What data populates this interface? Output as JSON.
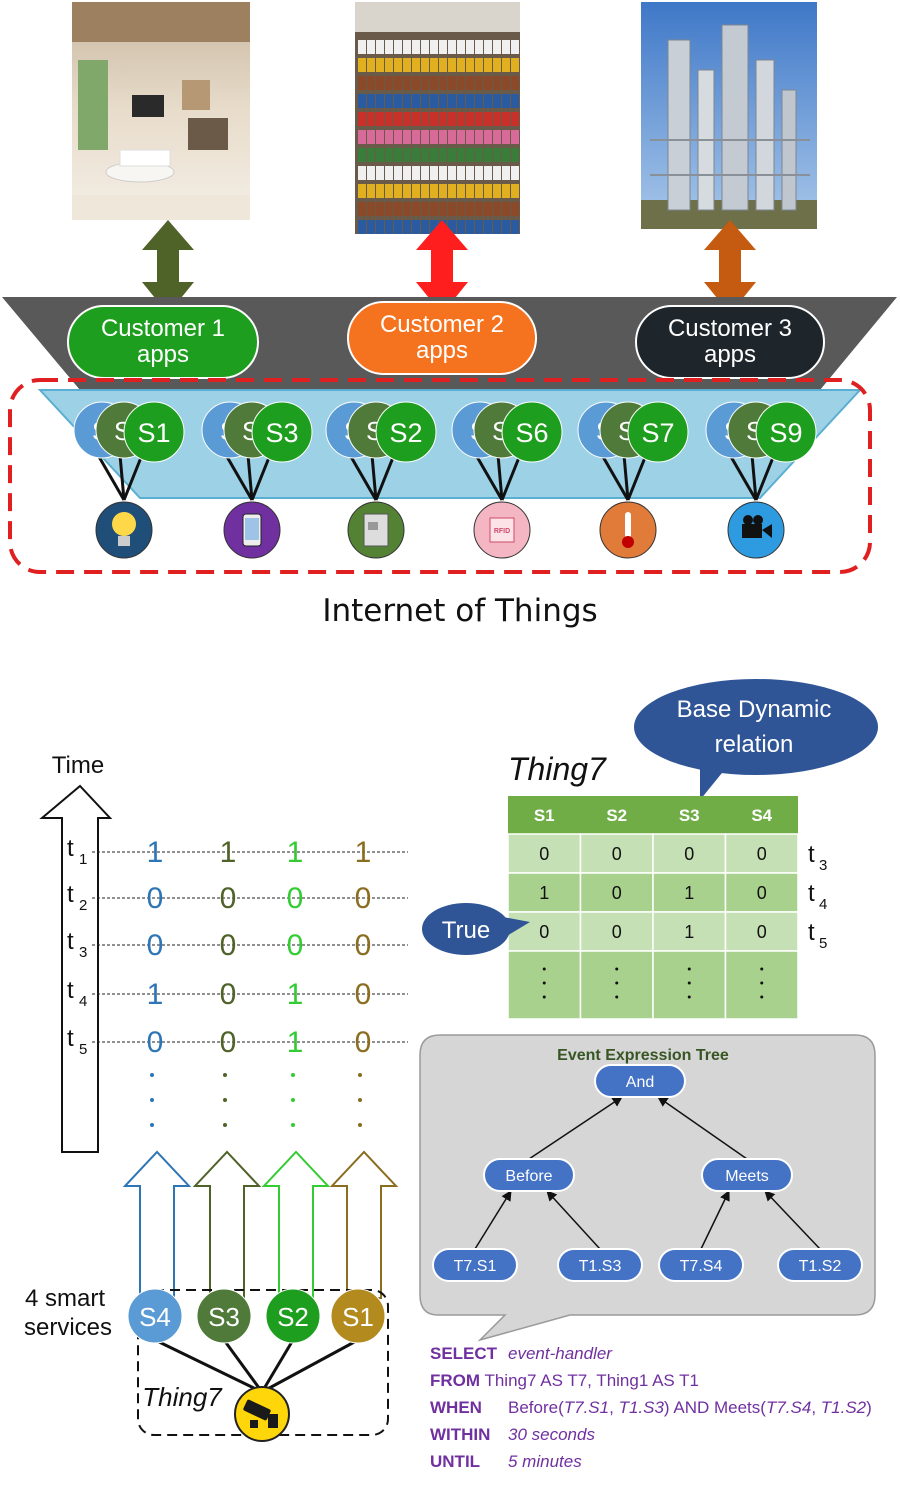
{
  "customers": [
    {
      "label_line1": "Customer 1",
      "label_line2": "apps",
      "color": "#1e9e1e",
      "arrow_color": "#4f6228"
    },
    {
      "label_line1": "Customer 2",
      "label_line2": "apps",
      "color": "#f5721e",
      "arrow_color": "#ff1e1e"
    },
    {
      "label_line1": "Customer 3",
      "label_line2": "apps",
      "color": "#1e262c",
      "arrow_color": "#c55a11"
    }
  ],
  "service_groups": [
    {
      "back1": "S",
      "back2": "S",
      "front": "S1",
      "device_icon": "lightbulb-icon"
    },
    {
      "back1": "S",
      "back2": "S",
      "front": "S3",
      "device_icon": "smartphone-icon"
    },
    {
      "back1": "S",
      "back2": "S",
      "front": "S2",
      "device_icon": "appliance-icon"
    },
    {
      "back1": "S",
      "back2": "S",
      "front": "S6",
      "device_icon": "rfid-icon"
    },
    {
      "back1": "S",
      "back2": "S",
      "front": "S7",
      "device_icon": "thermometer-icon"
    },
    {
      "back1": "S",
      "back2": "S",
      "front": "S9",
      "device_icon": "video-camera-icon"
    }
  ],
  "iot_caption": "Internet of Things",
  "timeline": {
    "axis_label": "Time",
    "ticks": [
      {
        "t": "t",
        "sub": "1",
        "values": [
          "1",
          "1",
          "1",
          "1"
        ]
      },
      {
        "t": "t",
        "sub": "2",
        "values": [
          "0",
          "0",
          "0",
          "0"
        ]
      },
      {
        "t": "t",
        "sub": "3",
        "values": [
          "0",
          "0",
          "0",
          "0"
        ]
      },
      {
        "t": "t",
        "sub": "4",
        "values": [
          "1",
          "0",
          "1",
          "0"
        ]
      },
      {
        "t": "t",
        "sub": "5",
        "values": [
          "0",
          "0",
          "1",
          "0"
        ]
      }
    ],
    "column_colors": [
      "#2e75b6",
      "#4f6228",
      "#33cc33",
      "#8a6d1e"
    ],
    "smart_services_label_1": "4 smart",
    "smart_services_label_2": "services",
    "services": [
      {
        "label": "S4",
        "color": "#5b9bd5"
      },
      {
        "label": "S3",
        "color": "#4f7a3a"
      },
      {
        "label": "S2",
        "color": "#1e9e1e"
      },
      {
        "label": "S1",
        "color": "#b38a1e"
      }
    ],
    "thing_label": "Thing7"
  },
  "relation_table": {
    "title": "Thing7",
    "callout": "Base Dynamic relation",
    "callout_line1": "Base Dynamic",
    "callout_line2": "relation",
    "true_callout": "True",
    "headers": [
      "S1",
      "S2",
      "S3",
      "S4"
    ],
    "rows": [
      {
        "cells": [
          "0",
          "0",
          "0",
          "0"
        ],
        "t": "t",
        "sub": "3"
      },
      {
        "cells": [
          "1",
          "0",
          "1",
          "0"
        ],
        "t": "t",
        "sub": "4"
      },
      {
        "cells": [
          "0",
          "0",
          "1",
          "0"
        ],
        "t": "t",
        "sub": "5"
      },
      {
        "cells": [
          ":",
          ":",
          ":",
          ":"
        ],
        "t": "",
        "sub": ""
      }
    ]
  },
  "event_tree": {
    "title": "Event Expression Tree",
    "root": "And",
    "left": "Before",
    "right": "Meets",
    "leaves": [
      "T7.S1",
      "T1.S3",
      "T7.S4",
      "T1.S2"
    ]
  },
  "query": {
    "select_kw": "SELECT",
    "select_val": "event-handler",
    "from_kw": "FROM",
    "from_val": "Thing7 AS T7, Thing1 AS T1",
    "when_kw": "WHEN",
    "when_a": "Before(",
    "when_b": "T7.S1",
    "when_c": ", ",
    "when_d": "T1.S3",
    "when_e": ") AND Meets(",
    "when_f": "T7.S4",
    "when_g": ", ",
    "when_h": "T1.S2",
    "when_i": ")",
    "within_kw": "WITHIN",
    "within_val": "30 seconds",
    "until_kw": "UNTIL",
    "until_val": "5 minutes"
  }
}
